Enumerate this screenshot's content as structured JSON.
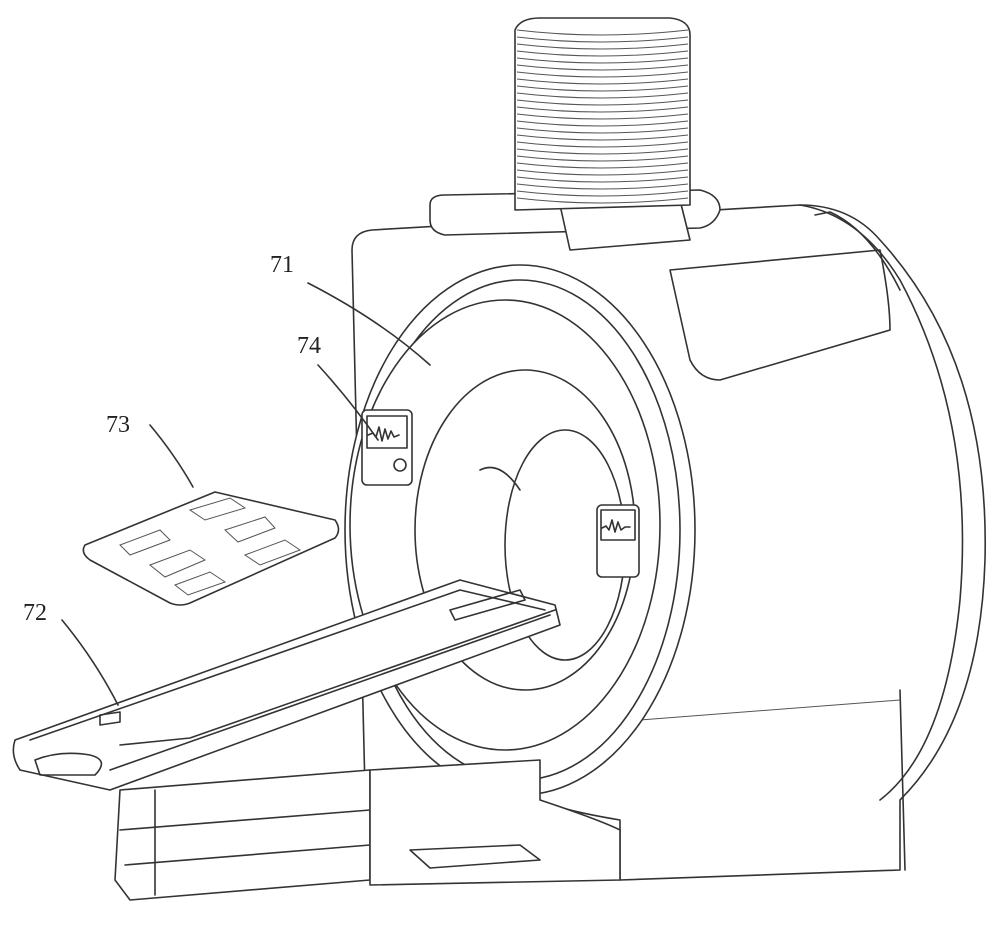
{
  "figure": {
    "labels": {
      "gantry": "71",
      "couch": "72",
      "coil": "73",
      "display": "74"
    }
  }
}
